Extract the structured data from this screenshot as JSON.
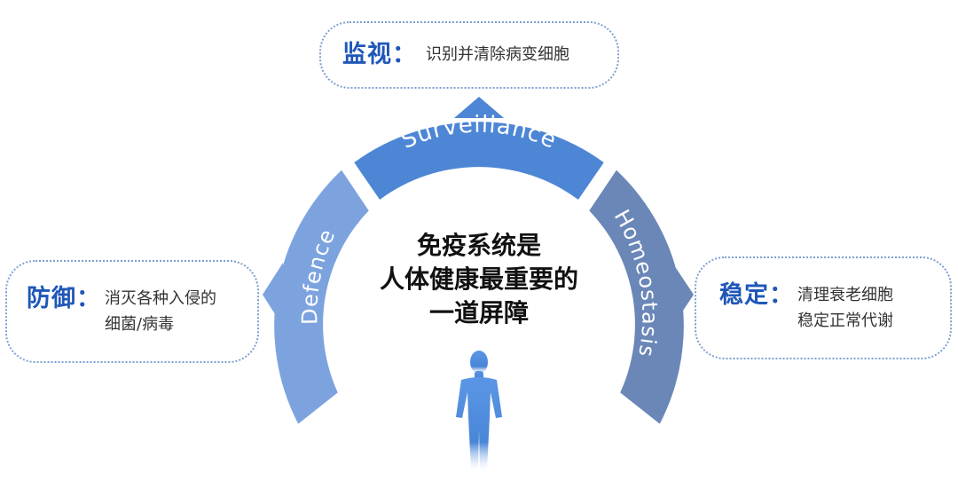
{
  "center": {
    "lines": [
      "免疫系统是",
      "人体健康最重要的",
      "一道屏障"
    ]
  },
  "segments": {
    "surveillance": "Surveillance",
    "defence": "Defence",
    "homeostasis": "Homeostasis"
  },
  "boxes": {
    "top": {
      "title": "监视：",
      "desc": [
        "识别并清除病变细胞"
      ]
    },
    "left": {
      "title": "防御：",
      "desc": [
        "消灭各种入侵的",
        "细菌/病毒"
      ]
    },
    "right": {
      "title": "稳定：",
      "desc": [
        "清理衰老细胞",
        "稳定正常代谢"
      ]
    }
  },
  "colors": {
    "surveillance": "#4e86d6",
    "defence": "#7da3df",
    "homeostasis": "#6a87b8",
    "accent": "#1f57b8",
    "human": "#4a86d8"
  }
}
